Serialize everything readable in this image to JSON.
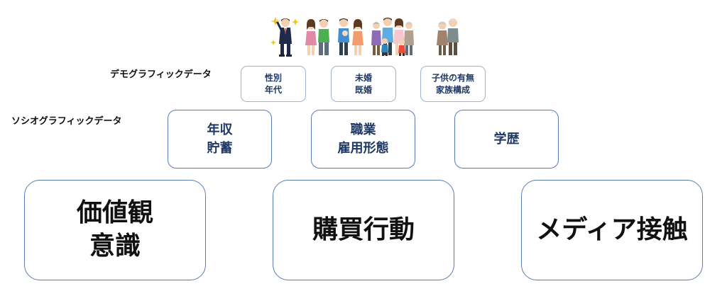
{
  "labels": {
    "demographic": "デモグラフィックデータ",
    "sociographic": "ソシオグラフィックデータ"
  },
  "demographic_boxes": [
    {
      "lines": [
        "性別",
        "年代"
      ]
    },
    {
      "lines": [
        "未婚",
        "既婚"
      ]
    },
    {
      "lines": [
        "子供の有無",
        "家族構成"
      ]
    }
  ],
  "sociographic_boxes": [
    {
      "lines": [
        "年収",
        "貯蓄"
      ]
    },
    {
      "lines": [
        "職業",
        "雇用形態"
      ]
    },
    {
      "lines": [
        "学歴"
      ]
    }
  ],
  "psychographic_boxes": [
    {
      "lines": [
        "価値観",
        "意識"
      ]
    },
    {
      "lines": [
        "購買行動"
      ]
    },
    {
      "lines": [
        "メディア接触"
      ]
    }
  ],
  "illustrations": [
    "businessman-illustration",
    "couple-illustration",
    "family-with-baby-illustration",
    "large-family-illustration",
    "elderly-couple-illustration"
  ],
  "colors": {
    "accent_border": "#5b7bb4",
    "light_border": "#9fb3d1",
    "accent_text": "#1f3864"
  }
}
